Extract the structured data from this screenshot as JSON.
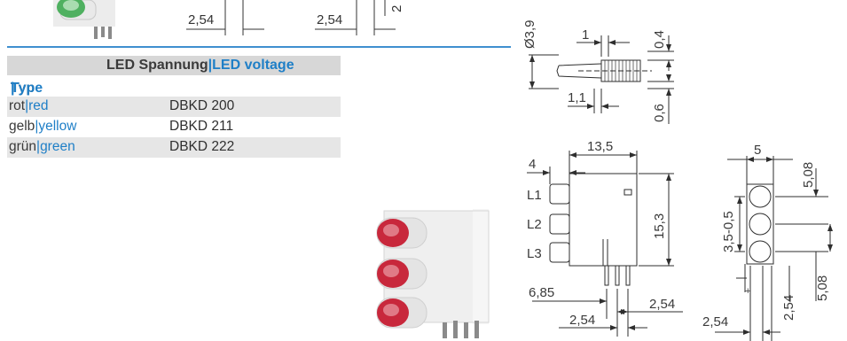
{
  "top_dims": {
    "left": "2,54",
    "right": "2,54",
    "rotated": "2"
  },
  "table": {
    "header_de": "LED Spannung",
    "header_sep": "|",
    "header_en": "LED voltage",
    "type_de": "Typ",
    "type_sep": "|",
    "type_en": "Type",
    "rows": [
      {
        "de": "rot",
        "sep": "|",
        "en": "red",
        "code": "DBKD 200"
      },
      {
        "de": "gelb",
        "sep": "|",
        "en": "yellow",
        "code": "DBKD 211"
      },
      {
        "de": "grün",
        "sep": "|",
        "en": "green",
        "code": "DBKD 222"
      }
    ]
  },
  "drawing": {
    "diameter": "Ø3,9",
    "d1": "1",
    "d04": "0,4",
    "d11": "1,1",
    "d06": "0,6",
    "d135": "13,5",
    "d4": "4",
    "L1": "L1",
    "L2": "L2",
    "L3": "L3",
    "d153": "15,3",
    "d685": "6,85",
    "d254a": "2,54",
    "d254b": "2,54",
    "d5": "5",
    "d508a": "5,08",
    "d35": "3,5-0,5",
    "d254c": "2,54",
    "d508b": "5,08",
    "d254d": "2,54",
    "plus": "+"
  },
  "colors": {
    "accent": "#1f7fc7",
    "rule": "#3f8fcf",
    "led_red": "#c8283c",
    "led_green": "#4fb060"
  }
}
